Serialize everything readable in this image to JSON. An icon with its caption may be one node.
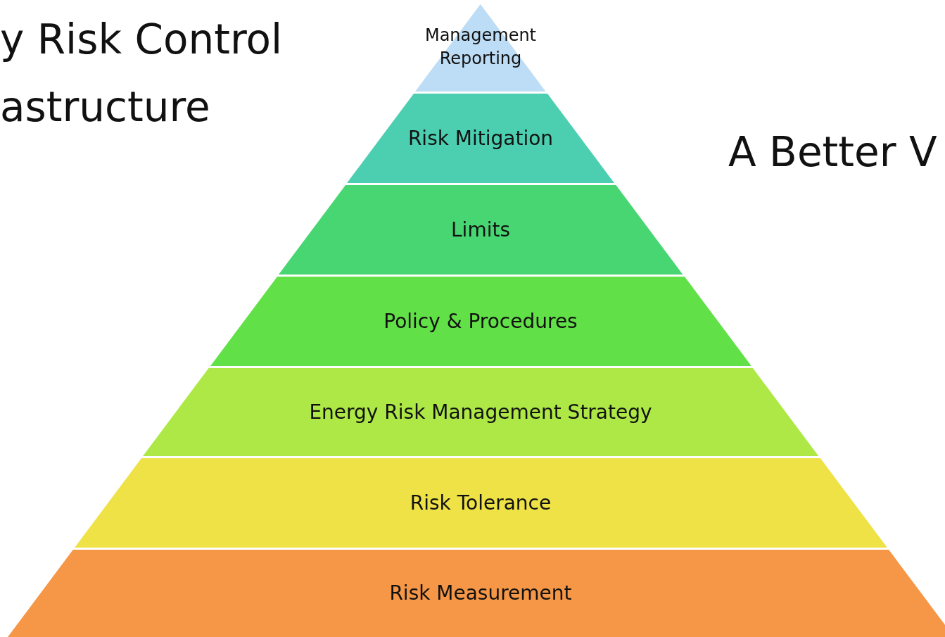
{
  "diagram": {
    "nodes": [
      {
        "text": [
          "Management Reporting"
        ]
      },
      {
        "text": [
          "Risk Mitigation"
        ]
      },
      {
        "text": [
          "Limits"
        ]
      },
      {
        "text": [
          "Policy & Procedures"
        ]
      },
      {
        "text": [
          "Energy Risk Management Strategy"
        ]
      },
      {
        "text": [
          "Risk Tolerance"
        ]
      },
      {
        "text": [
          "Risk Measurement"
        ]
      }
    ],
    "labels": [
      "y Risk Control",
      "astructure",
      "A Better V"
    ]
  }
}
